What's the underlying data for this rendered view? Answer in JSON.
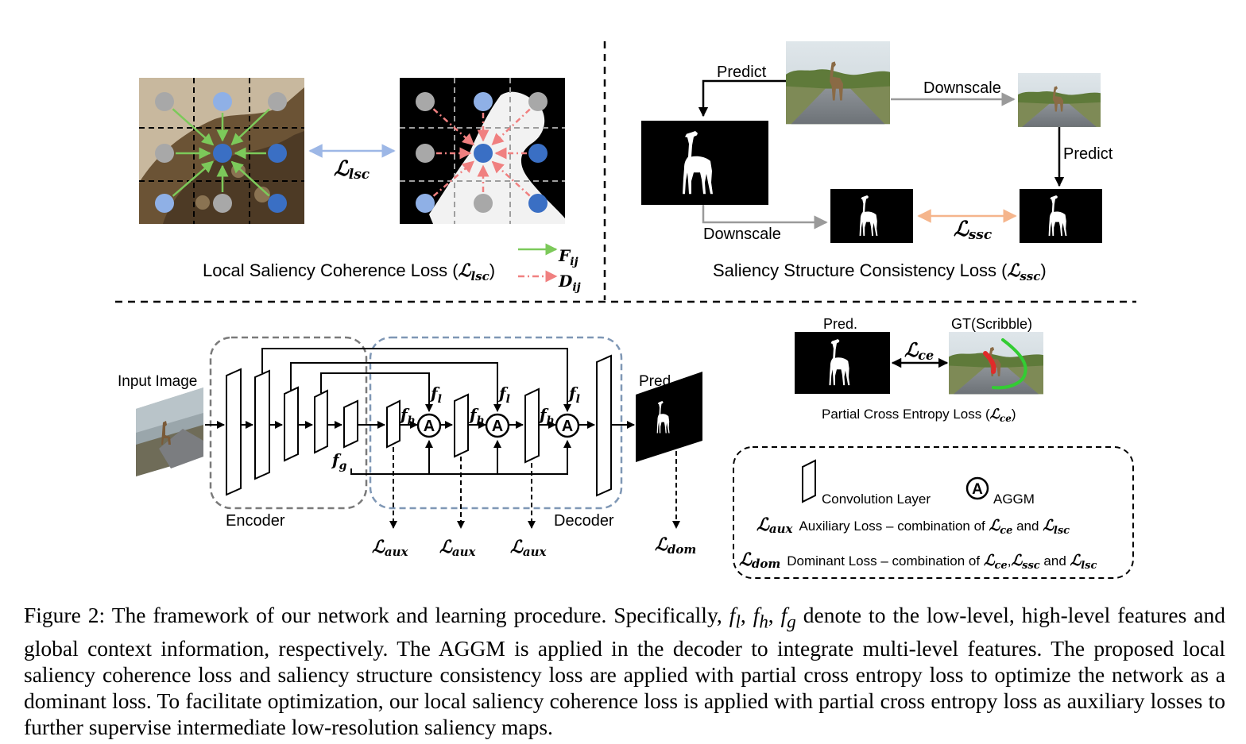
{
  "top_left": {
    "loss_symbol": "ℒ",
    "loss_sub": "lsc",
    "legend_f": "F",
    "legend_f_sub": "ij",
    "legend_d": "D",
    "legend_d_sub": "ij",
    "title_text": "Local Saliency Coherence Loss (",
    "title_sub": "lsc",
    "title_close": ")"
  },
  "top_right": {
    "predict_1": "Predict",
    "downscale_1": "Downscale",
    "predict_2": "Predict",
    "downscale_2": "Downscale",
    "loss_sub": "ssc",
    "title_text": "Saliency Structure Consistency Loss (",
    "title_sub": "ssc",
    "title_close": ")"
  },
  "network": {
    "input_label": "Input Image",
    "encoder_label": "Encoder",
    "decoder_label": "Decoder",
    "pred_label": "Pred.",
    "fl": "f",
    "fl_sub": "l",
    "fh": "f",
    "fh_sub": "h",
    "fg": "f",
    "fg_sub": "g",
    "aggm_glyph": "A",
    "aux_sub": "aux",
    "dom_sub": "dom"
  },
  "partial_ce": {
    "pred_label": "Pred.",
    "gt_label": "GT(Scribble)",
    "loss_sub": "ce",
    "title_text": "Partial Cross Entropy Loss (",
    "title_sub": "ce",
    "title_close": ")"
  },
  "legend": {
    "conv_label": "Convolution Layer",
    "aggm_label": "AGGM",
    "aux_sub": "aux",
    "aux_text": "Auxiliary Loss – combination of ",
    "aux_ce": "ce",
    "aux_and": " and ",
    "aux_lsc": "lsc",
    "dom_sub": "dom",
    "dom_text": "Dominant Loss – combination of ",
    "dom_ce": "ce",
    "dom_comma": ",",
    "dom_ssc": "ssc",
    "dom_and": " and ",
    "dom_lsc": "lsc"
  },
  "caption": {
    "part1": "Figure 2: The framework of our network and learning procedure. Specifically, ",
    "fl": "f",
    "fl_sub": "l",
    "sep1": ", ",
    "fh": "f",
    "fh_sub": "h",
    "sep2": ", ",
    "fg": "f",
    "fg_sub": "g",
    "part2": " denote to the low-level, high-level features and global context information, respectively. The AGGM is applied in the decoder to integrate multi-level features. The proposed local saliency coherence loss and saliency structure consistency loss are applied with partial cross entropy loss to optimize the network as a dominant loss. To facilitate optimization, our local saliency coherence loss is applied with partial cross entropy loss as auxiliary losses to further supervise intermediate low-resolution saliency maps."
  },
  "colors": {
    "grid_gray": "#9e9e9e",
    "dot_dark_blue": "#3a6fc4",
    "dot_light_blue": "#8fb0e6",
    "dot_gray": "#a8a8a8",
    "arrow_green": "#7cc95a",
    "arrow_red": "#f08080",
    "lsc_arrow": "#9db7e6",
    "ssc_arrow": "#f5b58c",
    "box_gray": "#7a7a7a",
    "box_blue": "#7f97b5",
    "scribble_red": "#e02a2a",
    "scribble_green": "#33cc33"
  }
}
